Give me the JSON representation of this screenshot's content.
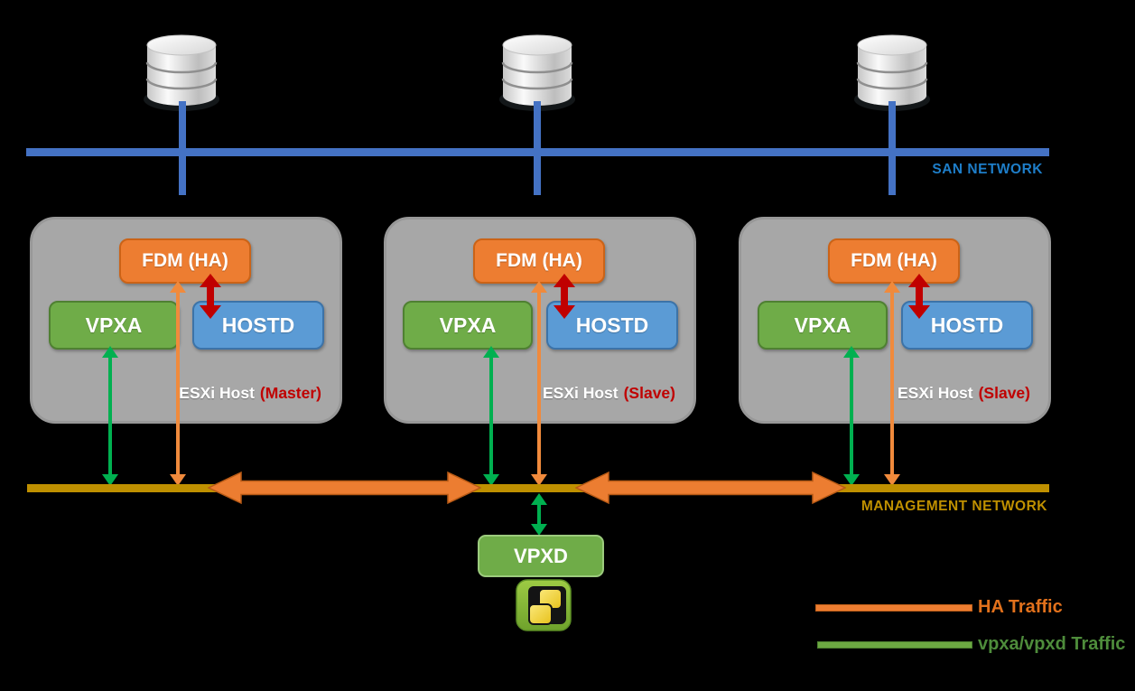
{
  "colors": {
    "background": "#000000",
    "san_line": "#4472C4",
    "management_line": "#BF9000",
    "fdm_box": "#ED7D31",
    "vpxa_box": "#6FAC48",
    "hostd_box": "#5B9BD5",
    "vpxd_box": "#6FAC48",
    "host_card": "#A7A7A7",
    "ha_arrow": "#F08A3C",
    "vpxa_vpxd_arrow": "#00B050",
    "fdm_hostd_arrow": "#C00000",
    "role_text": "#C00000"
  },
  "san_network": {
    "label": "SAN NETWORK"
  },
  "management_network": {
    "label": "MANAGEMENT NETWORK"
  },
  "hosts": [
    {
      "fdm": "FDM (HA)",
      "vpxa": "VPXA",
      "hostd": "HOSTD",
      "title": "ESXi Host",
      "role": "(Master)"
    },
    {
      "fdm": "FDM (HA)",
      "vpxa": "VPXA",
      "hostd": "HOSTD",
      "title": "ESXi Host",
      "role": "(Slave)"
    },
    {
      "fdm": "FDM (HA)",
      "vpxa": "VPXA",
      "hostd": "HOSTD",
      "title": "ESXi Host",
      "role": "(Slave)"
    }
  ],
  "vcenter": {
    "vpxd": "VPXD"
  },
  "icons": {
    "storage": "database-cylinder-icon",
    "vcenter": "vsphere-logo-icon"
  },
  "legend": {
    "ha": {
      "label": "HA Traffic",
      "color": "#E2711C"
    },
    "vpxa_vpxd": {
      "label": "vpxa/vpxd Traffic",
      "color": "#4E8C3B"
    }
  }
}
